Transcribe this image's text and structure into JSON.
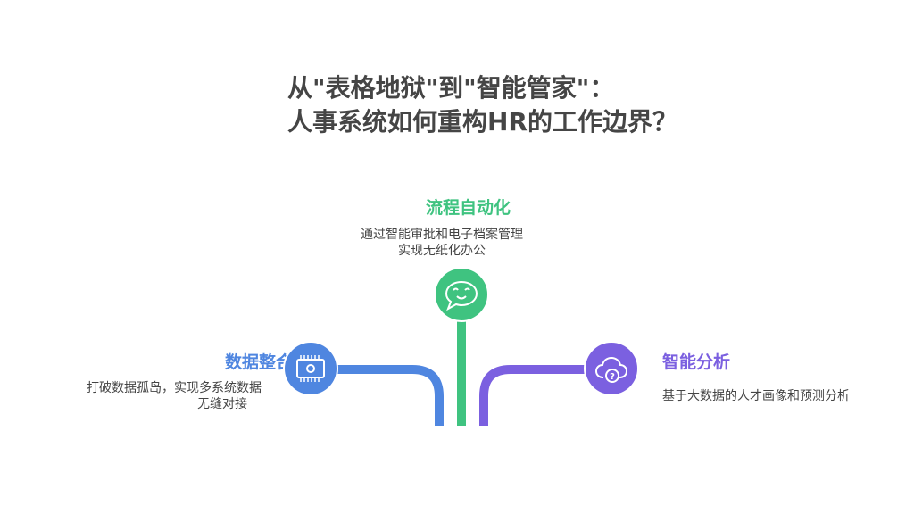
{
  "title": {
    "line1": "从\"表格地狱\"到\"智能管家\"：",
    "line2": "人事系统如何重构HR的工作边界？"
  },
  "branches": [
    {
      "heading": "流程自动化",
      "desc1": "通过智能审批和电子档案管理",
      "desc2": "实现无纸化办公",
      "color": "#3fc380",
      "icon": "chat-smile-icon"
    },
    {
      "heading": "数据整合",
      "desc1": "打破数据孤岛，实现多系统数据",
      "desc2": "无缝对接",
      "color": "#4f86e0",
      "icon": "chip-icon"
    },
    {
      "heading": "智能分析",
      "desc1": "基于大数据的人才画像和预测分析",
      "color": "#7b60e0",
      "icon": "cloud-question-icon"
    }
  ]
}
